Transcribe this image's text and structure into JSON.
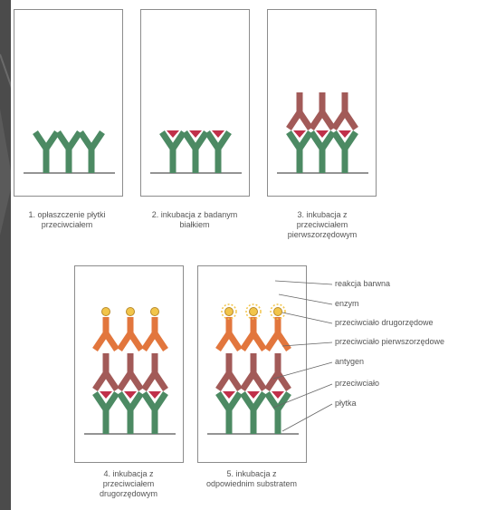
{
  "colors": {
    "background": "#4b4b4b",
    "capture_antibody": "#4c8a63",
    "antigen": "#c0304a",
    "primary_antibody": "#a25a58",
    "secondary_antibody": "#e2763d",
    "enzyme": "#f2c54a",
    "plate_line": "#555555"
  },
  "steps": [
    {
      "caption": "1. opłaszczenie płytki przeciwciałem"
    },
    {
      "caption": "2. inkubacja z badanym białkiem"
    },
    {
      "caption": "3. inkubacja z przeciwciałem pierwszorzędowym"
    },
    {
      "caption": "4. inkubacja z przeciwciałem drugorzędowym"
    },
    {
      "caption": "5. inkubacja z odpowiednim substratem"
    }
  ],
  "legend": [
    {
      "label": "reakcja barwna"
    },
    {
      "label": "enzym"
    },
    {
      "label": "przeciwciało drugorzędowe"
    },
    {
      "label": "przeciwciało pierwszorzędowe"
    },
    {
      "label": "antygen"
    },
    {
      "label": "przeciwciało"
    },
    {
      "label": "płytka"
    }
  ]
}
